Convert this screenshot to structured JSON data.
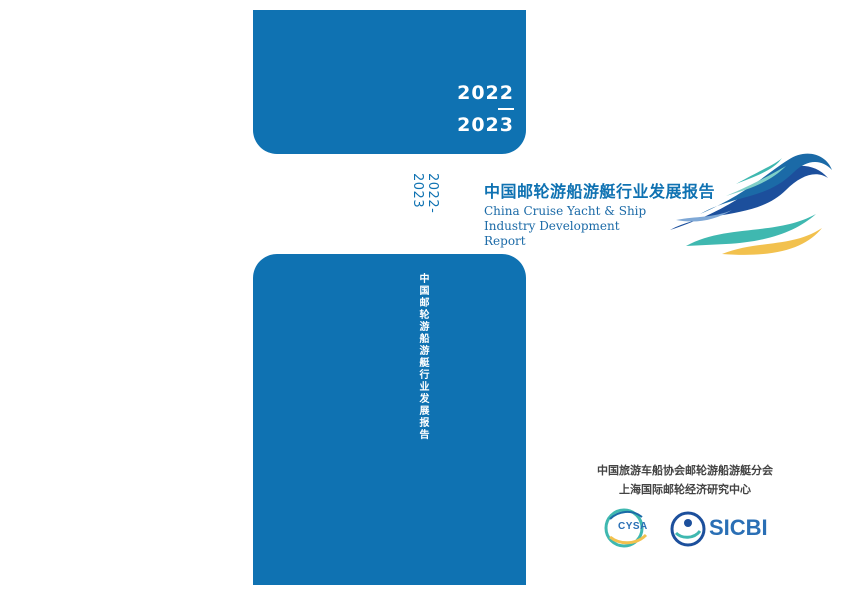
{
  "spine": {
    "year_top": "2022",
    "year_bottom": "2023",
    "vertical_years": "2022-2023",
    "vertical_title": "中国邮轮游船游艇行业发展报告"
  },
  "title": {
    "chinese": "中国邮轮游船游艇行业发展报告",
    "english_line1": "China Cruise Yacht & Ship",
    "english_line2": "Industry Development Report"
  },
  "publishers": {
    "org1": "中国旅游车船协会邮轮游船游艇分会",
    "org2": "上海国际邮轮经济研究中心"
  },
  "logos": {
    "cysa_label": "CYSA",
    "sicbi_label": "SICBI"
  },
  "colors": {
    "primary_blue": "#0f72b2",
    "teal": "#3fb8b0",
    "gold": "#f2c14e",
    "navy": "#1c4f9c"
  }
}
